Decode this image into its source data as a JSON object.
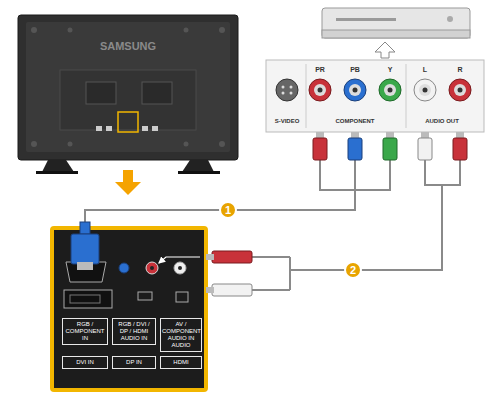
{
  "diagram": {
    "nodes": [
      {
        "text": [
          "RGB / COMPONENT IN"
        ]
      },
      {
        "text": [
          "RGB / DVI / DP / HDMI AUDIO IN"
        ]
      },
      {
        "text": [
          "AV / COMPONENT AUDIO IN",
          "AUDIO"
        ]
      },
      {
        "text": [
          "DVI IN"
        ]
      },
      {
        "text": [
          "DP IN"
        ]
      },
      {
        "text": [
          "HDMI"
        ]
      }
    ],
    "labels": [
      "SAMSUNG",
      "S-VIDEO",
      "PR",
      "PB",
      "Y",
      "COMPONENT",
      "L",
      "R",
      "AUDIO OUT",
      "1",
      "2"
    ]
  }
}
